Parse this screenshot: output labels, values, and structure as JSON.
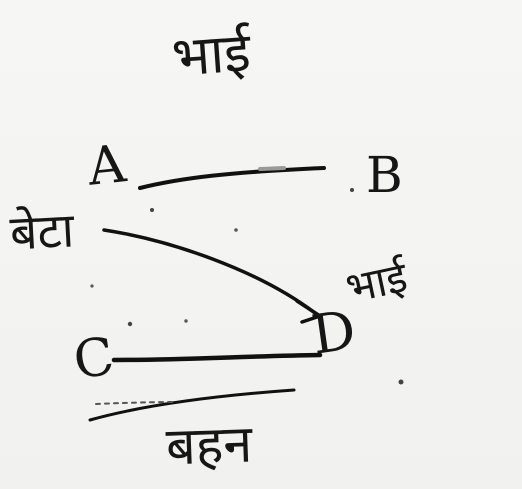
{
  "diagram": {
    "title_top": "भाई",
    "nodes": {
      "a": "A",
      "b": "B",
      "c": "C",
      "d": "D"
    },
    "edge_labels": {
      "a_to_d": "बेटा",
      "d_side": "भाई"
    },
    "title_bottom": "बहन"
  }
}
